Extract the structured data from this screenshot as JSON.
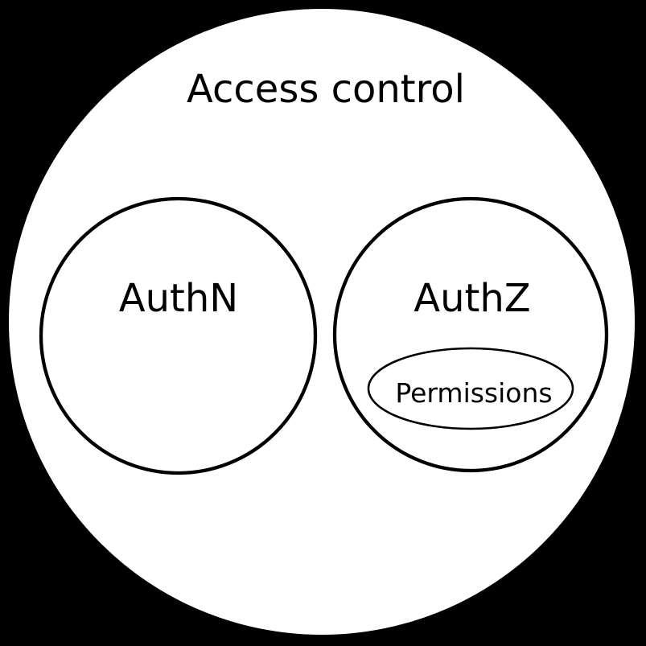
{
  "diagram": {
    "type": "euler-venn",
    "title": "Access control",
    "sets": {
      "outer": {
        "label": "Access control"
      },
      "authn": {
        "label": "AuthN"
      },
      "authz": {
        "label": "AuthZ"
      },
      "permissions": {
        "label": "Permissions"
      }
    },
    "hierarchy": [
      {
        "label": "Access control",
        "children": [
          {
            "label": "AuthN",
            "children": []
          },
          {
            "label": "AuthZ",
            "children": [
              {
                "label": "Permissions",
                "children": []
              }
            ]
          }
        ]
      }
    ]
  },
  "colors": {
    "background": "#000000",
    "set_fill": "#ffffff",
    "stroke": "#000000",
    "text": "#000000"
  }
}
